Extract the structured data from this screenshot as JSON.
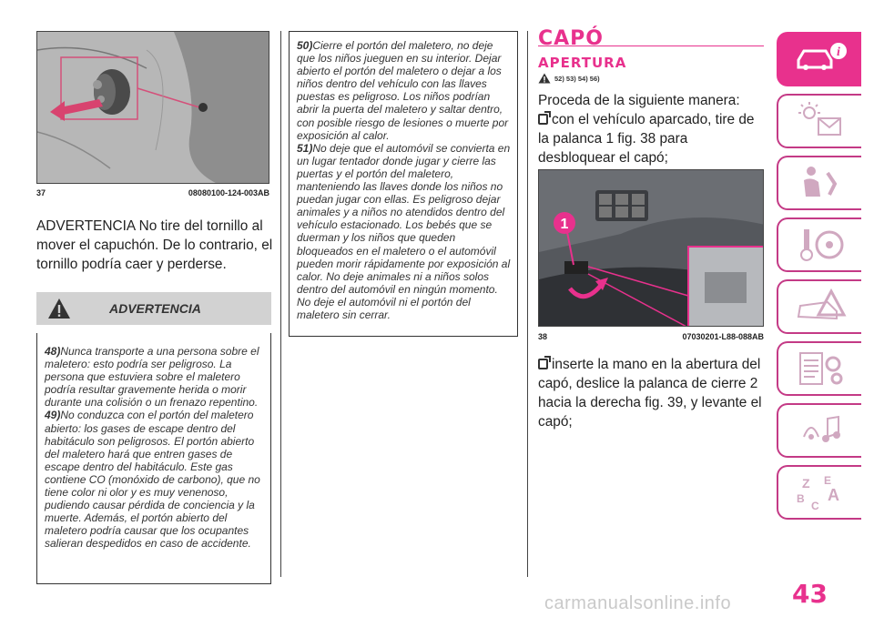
{
  "figures": {
    "fig37": {
      "number": "37",
      "code": "08080100-124-003AB"
    },
    "fig38": {
      "number": "38",
      "code": "07030201-L88-088AB",
      "callout": "1"
    }
  },
  "left_column": {
    "warning_text": "ADVERTENCIA No tire del tornillo al mover el capuchón. De lo contrario, el tornillo podría caer y perderse.",
    "warning_box_title": "ADVERTENCIA",
    "notes": [
      {
        "num": "48)",
        "text": "Nunca transporte a una persona sobre el maletero: esto podría ser peligroso. La persona que estuviera sobre el maletero podría resultar gravemente herida o morir durante una colisión o un frenazo repentino."
      },
      {
        "num": "49)",
        "text": "No conduzca con el portón del maletero abierto: los gases de escape dentro del habitáculo son peligrosos. El portón abierto del maletero hará que entren gases de escape dentro del habitáculo. Este gas contiene CO (monóxido de carbono), que no tiene color ni olor y es muy venenoso, pudiendo causar pérdida de conciencia y la muerte. Además, el portón abierto del maletero podría causar que los ocupantes salieran despedidos en caso de accidente."
      }
    ]
  },
  "middle_column": {
    "notes": [
      {
        "num": "50)",
        "text": "Cierre el portón del maletero, no deje que los niños jueguen en su interior. Dejar abierto el portón del maletero o dejar a los niños dentro del vehículo con las llaves puestas es peligroso. Los niños podrían abrir la puerta del maletero y saltar dentro, con posible riesgo de lesiones o muerte por exposición al calor."
      },
      {
        "num": "51)",
        "text": "No deje que el automóvil se convierta en un lugar tentador donde jugar y cierre las puertas y el portón del maletero, manteniendo las llaves donde los niños no puedan jugar con ellas. Es peligroso dejar animales y a niños no atendidos dentro del vehículo estacionado. Los bebés que se duerman y los niños que queden bloqueados en el maletero o el automóvil pueden morir rápidamente por exposición al calor. No deje animales ni a niños solos dentro del automóvil en ningún momento. No deje el automóvil ni el portón del maletero sin cerrar."
      }
    ]
  },
  "right_column": {
    "title": "CAPÓ",
    "subtitle": "APERTURA",
    "refs": "52) 53) 54) 56)",
    "intro": "Proceda de la siguiente manera:",
    "step1": "con el vehículo aparcado, tire de la palanca 1 fig. 38 para desbloquear el capó;",
    "step2": "inserte la mano en la abertura del capó, deslice la palanca de cierre 2 hacia la derecha fig. 39, y levante el capó;"
  },
  "sidebar": {
    "tabs": [
      {
        "icon": "car-info-icon",
        "active": true
      },
      {
        "icon": "dashboard-lights-icon",
        "active": false
      },
      {
        "icon": "seat-safety-icon",
        "active": false
      },
      {
        "icon": "key-steering-icon",
        "active": false
      },
      {
        "icon": "warning-triangle-car-icon",
        "active": false
      },
      {
        "icon": "maintenance-gear-icon",
        "active": false
      },
      {
        "icon": "multimedia-icon",
        "active": false
      },
      {
        "icon": "alphabet-index-icon",
        "active": false
      }
    ]
  },
  "page_number": "43",
  "watermark": "carmanualsonline.info",
  "colors": {
    "accent": "#e8318d",
    "sidebar_border": "#c43a86"
  }
}
